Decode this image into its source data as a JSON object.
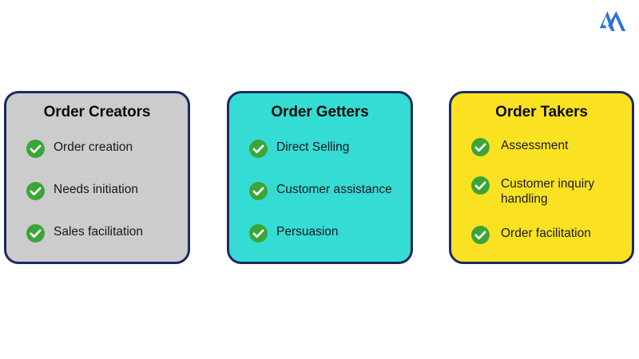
{
  "brand": {
    "logo_icon": "mountain-logo-icon",
    "logo_color": "#2a75d4"
  },
  "theme": {
    "border_color": "#1b2a5e",
    "check_color": "#3ba537",
    "check_mark_color": "#ffffff",
    "background": "#ffffff"
  },
  "cards": [
    {
      "title": "Order Creators",
      "background": "#cccccc",
      "items": [
        "Order creation",
        "Needs initiation",
        "Sales facilitation"
      ]
    },
    {
      "title": "Order Getters",
      "background": "#35dcd4",
      "items": [
        "Direct Selling",
        "Customer assistance",
        "Persuasion"
      ]
    },
    {
      "title": "Order Takers",
      "background": "#fae222",
      "items": [
        "Assessment",
        "Customer inquiry handling",
        "Order facilitation"
      ]
    }
  ]
}
